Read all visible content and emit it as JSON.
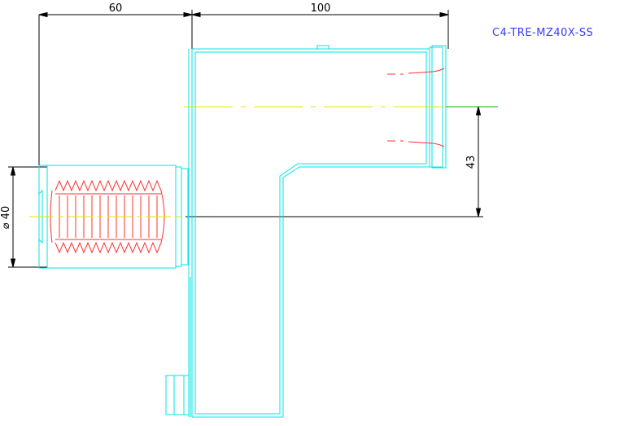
{
  "drawing": {
    "part_number": "C4-TRE-MZ40X-SS",
    "dimensions": {
      "width_shank": "60",
      "width_body": "100",
      "center_offset": "43",
      "diameter": "⌀ 40"
    },
    "colors": {
      "outline": "#00e5e5",
      "thread": "#ff3030",
      "centerline": "#e6e600",
      "dimension": "#000000",
      "label": "#3a3aff",
      "axis": "#00b000"
    }
  }
}
